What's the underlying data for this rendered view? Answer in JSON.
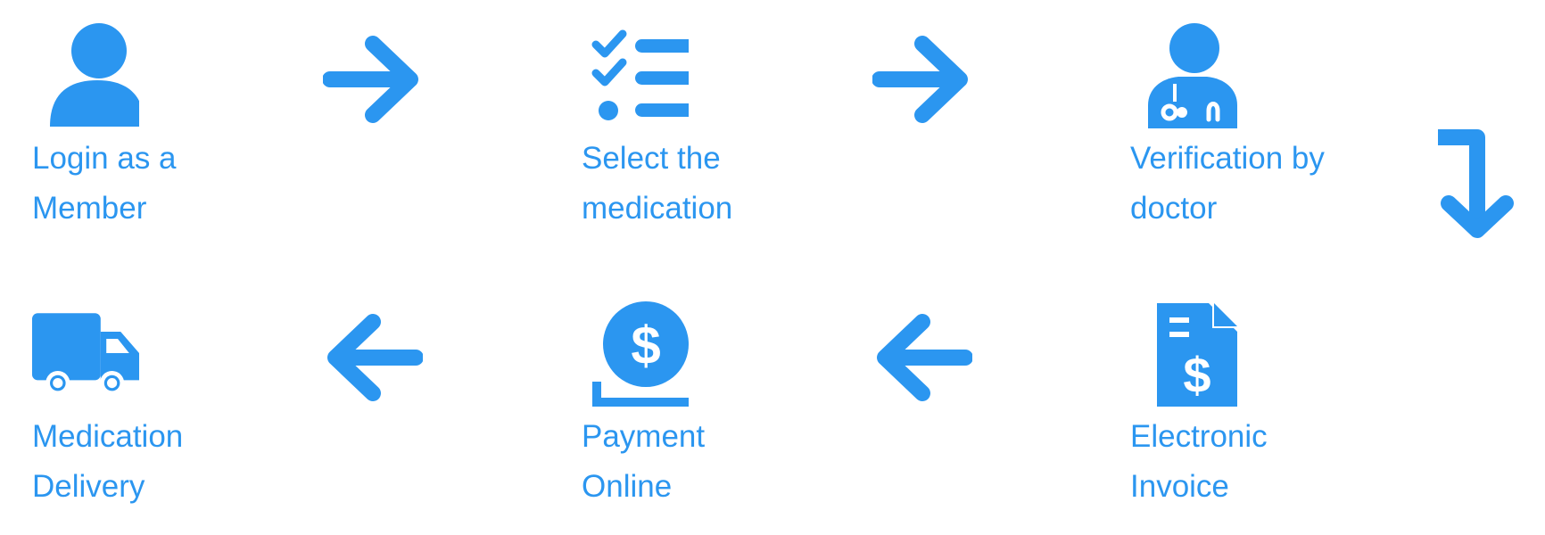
{
  "colors": {
    "accent": "#2b96f0",
    "label": "#2b96f0"
  },
  "steps": [
    {
      "icon": "user-icon",
      "label": "Login as a Member"
    },
    {
      "icon": "checklist-icon",
      "label": "Select the medication"
    },
    {
      "icon": "doctor-icon",
      "label": "Verification by doctor"
    },
    {
      "icon": "invoice-icon",
      "label": "Electronic Invoice"
    },
    {
      "icon": "payment-icon",
      "label": "Payment Online"
    },
    {
      "icon": "truck-icon",
      "label": "Medication Delivery"
    }
  ],
  "arrows": [
    {
      "icon": "arrow-right-icon"
    },
    {
      "icon": "arrow-right-icon"
    },
    {
      "icon": "arrow-turn-down-icon"
    },
    {
      "icon": "arrow-left-icon"
    },
    {
      "icon": "arrow-left-icon"
    }
  ]
}
